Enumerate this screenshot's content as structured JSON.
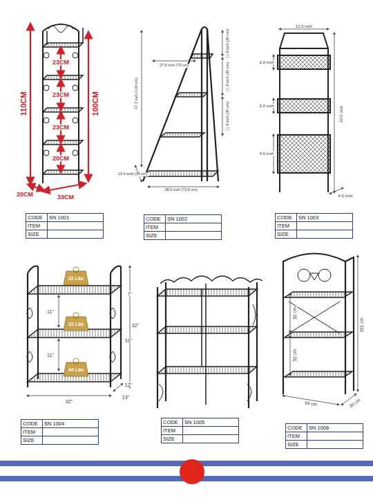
{
  "diagram": {
    "nodes": [
      {
        "text": [
          "CODE",
          "SN 1001",
          "ITEM",
          "SIZE"
        ]
      },
      {
        "text": [
          "CODE",
          "SN 1002",
          "ITEM",
          "SIZE"
        ]
      },
      {
        "text": [
          "CODE",
          "SN 1003",
          "ITEM",
          "SIZE"
        ]
      },
      {
        "text": [
          "CODE",
          "SN 1004",
          "ITEM",
          "SIZE"
        ]
      },
      {
        "text": [
          "CODE",
          "SN 1005",
          "ITEM",
          "SIZE"
        ]
      },
      {
        "text": [
          "CODE",
          "SN 1006",
          "ITEM",
          "SIZE"
        ]
      }
    ],
    "labels": [
      "110CM",
      "23CM",
      "23CM",
      "23CM",
      "20CM",
      "100CM",
      "20CM",
      "33CM",
      "27.6 inch (70 cm)",
      "11.8 inch (30 cm)",
      "11.8 inch (30 cm)",
      "11.8 inch (30 cm)",
      "47.2 inch (120 cm)",
      "13.4 inch (34 cm)",
      "28.5 inch (72.5 cm)",
      "12.0 inch",
      "2.0 inch",
      "2.0 inch",
      "4.0 inch",
      "20.0 inch",
      "4.0 inch",
      "22 Lbs",
      "33 Lbs",
      "44 Lbs",
      "11''",
      "11''",
      "7''",
      "10''",
      "12''",
      "32''",
      "32''",
      "13''",
      "32 cm",
      "32 cm",
      "101 cm",
      "54 cm",
      "30 cm"
    ]
  }
}
